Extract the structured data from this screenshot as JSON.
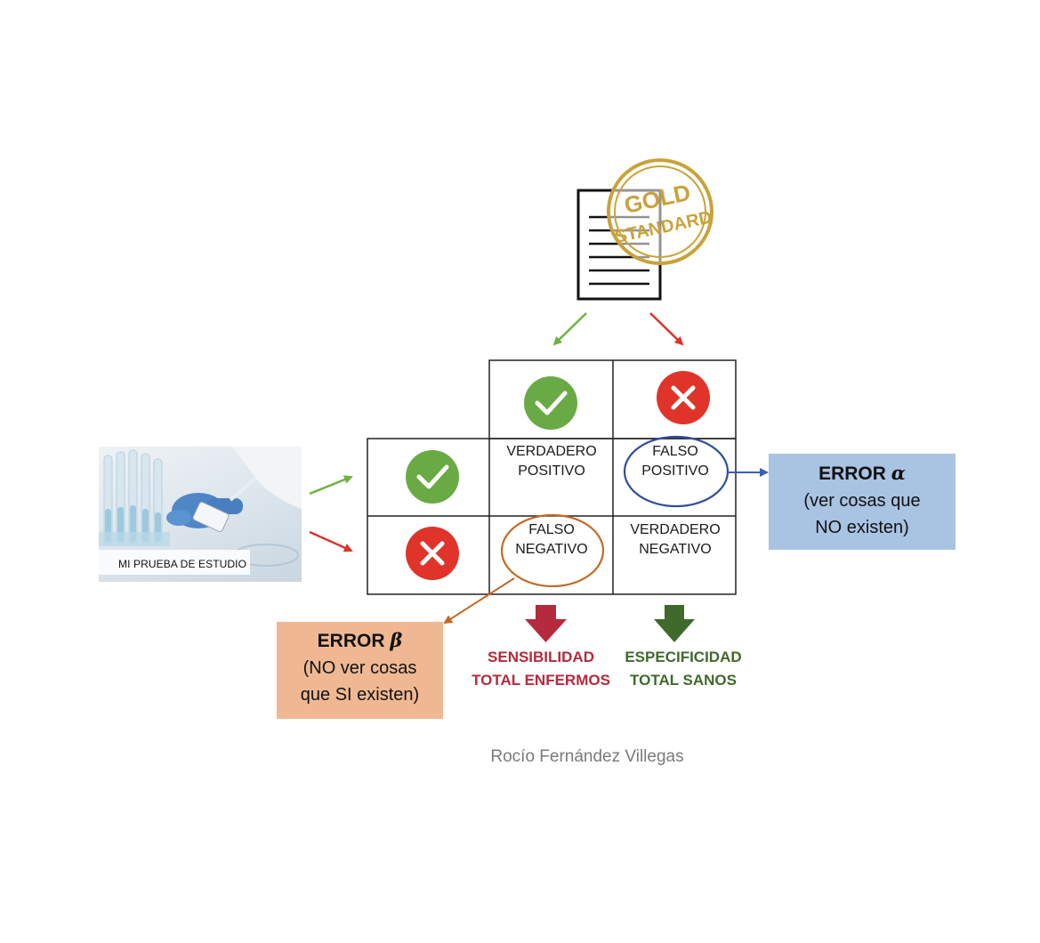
{
  "gold_standard_stamp": {
    "icon": "gold-standard-stamp-icon",
    "text_line1": "GOLD",
    "text_line2": "STANDARD",
    "color": "#c9a23a"
  },
  "matrix": {
    "header_positive_icon": "green-check-icon",
    "header_negative_icon": "red-x-icon",
    "row_positive_icon": "green-check-icon",
    "row_negative_icon": "red-x-icon",
    "cells": {
      "true_positive": {
        "line1": "VERDADERO",
        "line2": "POSITIVO"
      },
      "false_positive": {
        "line1": "FALSO",
        "line2": "POSITIVO"
      },
      "false_negative": {
        "line1": "FALSO",
        "line2": "NEGATIVO"
      },
      "true_negative": {
        "line1": "VERDADERO",
        "line2": "NEGATIVO"
      }
    }
  },
  "test_photo": {
    "label": "MI PRUEBA DE ESTUDIO"
  },
  "error_alpha": {
    "title": "ERROR",
    "symbol": "α",
    "desc_line1": "(ver cosas que",
    "desc_line2": "NO existen)",
    "color": "#a9c3e3"
  },
  "error_beta": {
    "title": "ERROR",
    "symbol": "β",
    "desc_line1": "(NO ver cosas",
    "desc_line2": "que SI existen)",
    "color": "#efb893"
  },
  "sensibilidad": {
    "line1": "SENSIBILIDAD",
    "line2": "TOTAL ENFERMOS",
    "color": "#b52a3c"
  },
  "especificidad": {
    "line1": "ESPECIFICIDAD",
    "line2": "TOTAL SANOS",
    "color": "#3f6a2b"
  },
  "colors": {
    "check_green": "#6aaa45",
    "cross_red": "#e0342a",
    "arrow_green": "#6fb243",
    "arrow_red": "#d9342b",
    "alpha_outline": "#2f4d9a",
    "beta_outline": "#c26a26"
  },
  "author": "Rocío Fernández Villegas"
}
